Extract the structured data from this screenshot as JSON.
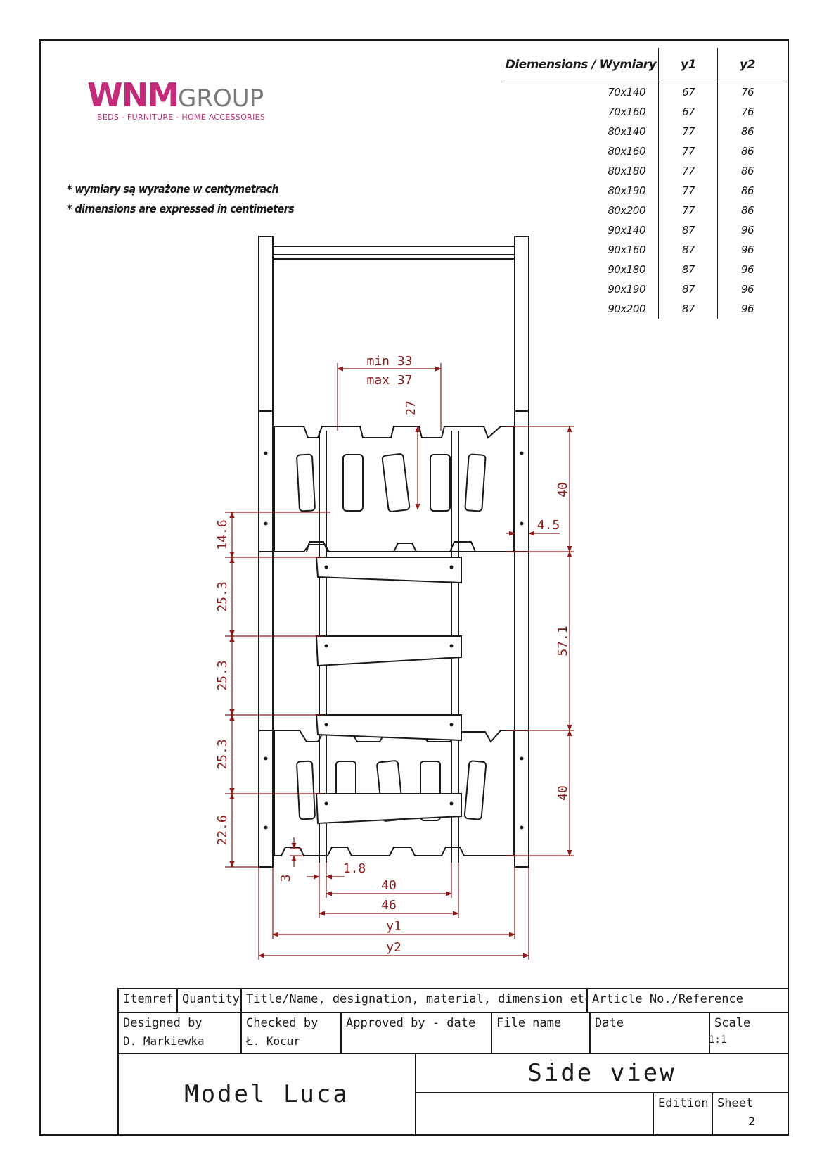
{
  "logo": {
    "brand": "WNM",
    "group": "GROUP",
    "tagline": "BEDS - FURNITURE - HOME ACCESSORIES"
  },
  "notes": [
    "* wymiary są wyrażone w centymetrach",
    "* dimensions are expressed in centimeters"
  ],
  "dimension_table": {
    "headers": [
      "Diemensions / Wymiary",
      "y1",
      "y2"
    ],
    "rows": [
      [
        "70x140",
        "67",
        "76"
      ],
      [
        "70x160",
        "67",
        "76"
      ],
      [
        "80x140",
        "77",
        "86"
      ],
      [
        "80x160",
        "77",
        "86"
      ],
      [
        "80x180",
        "77",
        "86"
      ],
      [
        "80x190",
        "77",
        "86"
      ],
      [
        "80x200",
        "77",
        "86"
      ],
      [
        "90x140",
        "87",
        "96"
      ],
      [
        "90x160",
        "87",
        "96"
      ],
      [
        "90x180",
        "87",
        "96"
      ],
      [
        "90x190",
        "87",
        "96"
      ],
      [
        "90x200",
        "87",
        "96"
      ]
    ]
  },
  "dimensions": {
    "gap_min": "min 33",
    "gap_max": "max 37",
    "d27": "27",
    "d40_top": "40",
    "d4_5": "4.5",
    "d57_1": "57.1",
    "d40_bottom": "40",
    "d14_6": "14.6",
    "d25_3_a": "25.3",
    "d25_3_b": "25.3",
    "d25_3_c": "25.3",
    "d22_6": "22.6",
    "d3": "3",
    "d1_8": "1.8",
    "d40_width": "40",
    "d46": "46",
    "y1": "y1",
    "y2": "y2"
  },
  "colors": {
    "dimension": "#8b1a1a",
    "line": "#1a1a1a",
    "brand": "#c42a7a"
  },
  "title_block": {
    "itemref": "Itemref",
    "quantity": "Quantity",
    "title_label": "Title/Name, designation, material, dimension etc",
    "article_label": "Article No./Reference",
    "designed_label": "Designed by",
    "designed_value": "D. Markiewka",
    "checked_label": "Checked by",
    "checked_value": "Ł. Kocur",
    "approved_label": "Approved by - date",
    "file_label": "File name",
    "date_label": "Date",
    "scale_label": "Scale",
    "scale_value": "1:1",
    "model": "Model Luca",
    "view": "Side view",
    "edition_label": "Edition",
    "sheet_label": "Sheet",
    "sheet_value": "2"
  }
}
